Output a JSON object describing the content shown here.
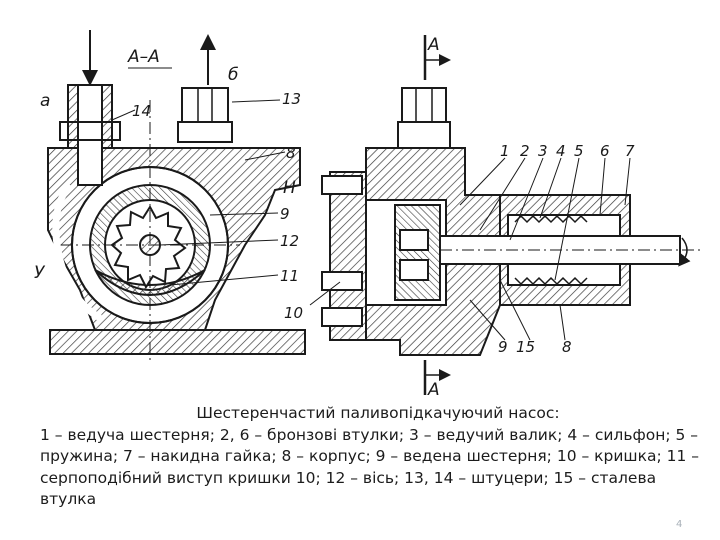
{
  "figure": {
    "section_label": "А–А",
    "section_marks": [
      "А",
      "А"
    ],
    "inlet_label": "а",
    "outlet_label": "б",
    "suction_label": "Н",
    "discharge_label": "У",
    "left_view_callouts": [
      "14",
      "13",
      "8",
      "Н",
      "9",
      "12",
      "11"
    ],
    "right_view_top_callouts": [
      "1",
      "2",
      "3",
      "4",
      "5",
      "6",
      "7"
    ],
    "right_view_bottom_callouts": [
      "9",
      "15",
      "8"
    ],
    "label_10": "10"
  },
  "caption": {
    "title": "Шестеренчастий паливопідкачуючий насос:",
    "body": "1 – ведуча шестерня; 2, 6 – бронзові втулки; 3 – ведучий валик; 4 – сильфон; 5 – пружина; 7 – накидна гайка; 8 – корпус; 9 – ведена шестерня; 10 – кришка; 11 – серпоподібний виступ кришки 10; 12 – вісь; 13, 14 – штуцери; 15 – сталева втулка"
  },
  "page_number": "4",
  "colors": {
    "line": "#1a1a1a",
    "hatch": "#3a3a3a",
    "page_number": "#a8b0b8"
  }
}
